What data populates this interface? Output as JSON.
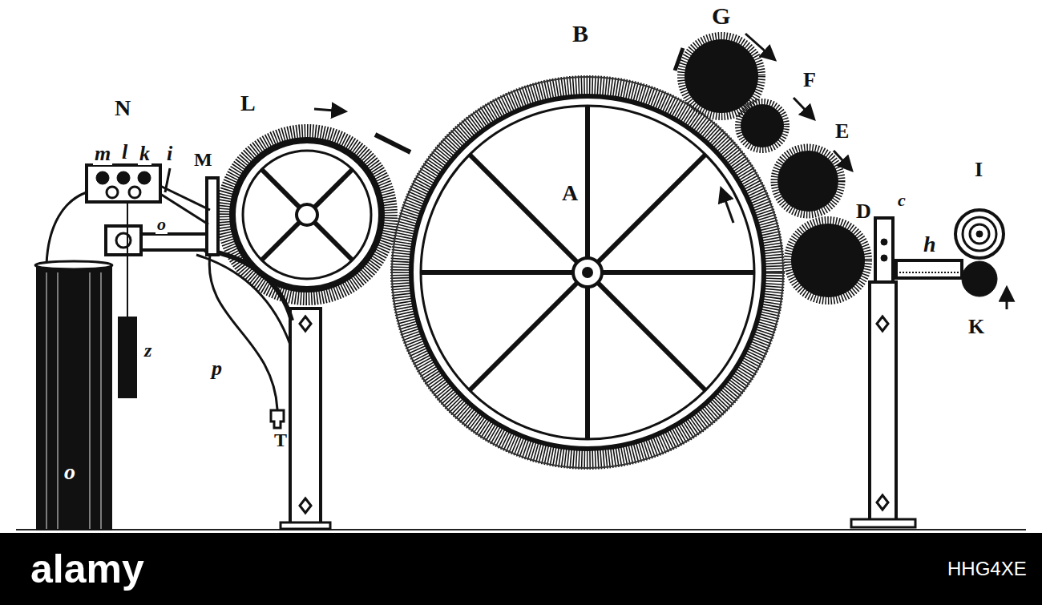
{
  "diagram": {
    "labels": [
      "B",
      "G",
      "F",
      "E",
      "D",
      "A",
      "L",
      "N",
      "m",
      "l",
      "k",
      "i",
      "M",
      "o",
      "z",
      "p",
      "T",
      "o",
      "c",
      "h",
      "I",
      "K",
      "alamy",
      "HHG4XE"
    ]
  }
}
